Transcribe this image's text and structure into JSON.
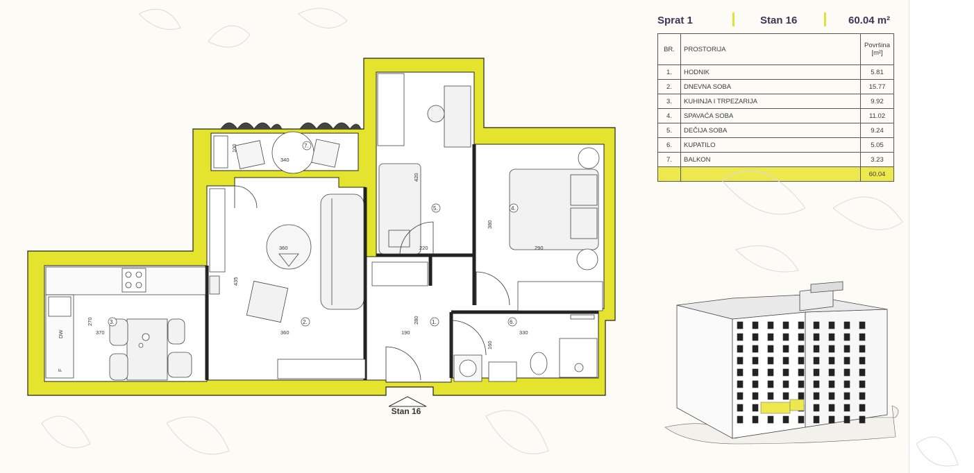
{
  "header": {
    "floor": "Sprat 1",
    "unit": "Stan 16",
    "area": "60.04 m²"
  },
  "table": {
    "col_no": "BR.",
    "col_room": "PROSTORIJA",
    "col_area_line1": "Površina",
    "col_area_line2": "[m²]",
    "rows": [
      {
        "no": "1.",
        "room": "HODNIK",
        "area": "5.81"
      },
      {
        "no": "2.",
        "room": "DNEVNA SOBA",
        "area": "15.77"
      },
      {
        "no": "3.",
        "room": "KUHINJA I TRPEZARIJA",
        "area": "9.92"
      },
      {
        "no": "4.",
        "room": "SPAVAĆA SOBA",
        "area": "11.02"
      },
      {
        "no": "5.",
        "room": "DEČIJA SOBA",
        "area": "9.24"
      },
      {
        "no": "6.",
        "room": "KUPATILO",
        "area": "5.05"
      },
      {
        "no": "7.",
        "room": "BALKON",
        "area": "3.23"
      }
    ],
    "total": "60.04"
  },
  "plan": {
    "entrance_label": "Stan 16",
    "rooms": {
      "r1": "1.",
      "r2": "2.",
      "r3": "3.",
      "r4": "4.",
      "r5": "5.",
      "r6": "6.",
      "r7": "7."
    },
    "dims": {
      "d340": "340",
      "d100": "100",
      "d360a": "360",
      "d435": "435",
      "d420": "420",
      "d220": "220",
      "d380": "380",
      "d290": "290",
      "d270": "270",
      "d370": "370",
      "d360b": "360",
      "d190": "190",
      "d280": "280",
      "d330": "330",
      "d160": "160"
    },
    "appliance_labels": {
      "dw": "DW",
      "f": "F"
    }
  },
  "colors": {
    "wall_fill": "#e4e42e",
    "highlight": "#eee84f",
    "text_primary": "#3e3558"
  }
}
